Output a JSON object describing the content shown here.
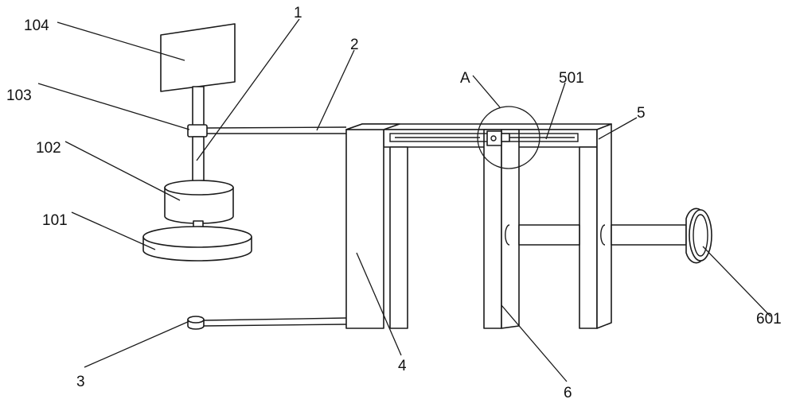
{
  "labels": {
    "l104": "104",
    "l1": "1",
    "l2": "2",
    "l103": "103",
    "l102": "102",
    "l101": "101",
    "l3": "3",
    "l4": "4",
    "lA": "A",
    "l501": "501",
    "l5": "5",
    "l6": "6",
    "l601": "601"
  }
}
